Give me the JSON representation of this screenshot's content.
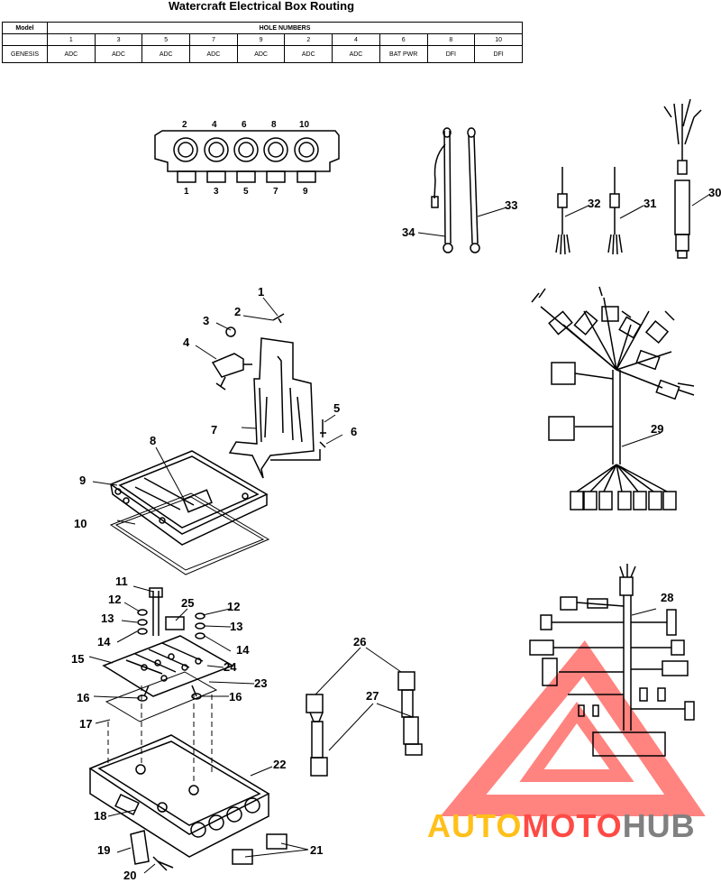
{
  "title": "Watercraft Electrical Box Routing",
  "table": {
    "model_header": "Model",
    "hole_header": "HOLE NUMBERS",
    "holes": [
      "1",
      "3",
      "5",
      "7",
      "9",
      "2",
      "4",
      "6",
      "8",
      "10"
    ],
    "row_model": "GENESIS",
    "row_values": [
      "ADC",
      "ADC",
      "ADC",
      "ADC",
      "ADC",
      "ADC",
      "ADC",
      "BAT PWR",
      "DFI",
      "DFI"
    ]
  },
  "hole_labels_top": [
    "2",
    "4",
    "6",
    "8",
    "10"
  ],
  "hole_labels_bottom": [
    "1",
    "3",
    "5",
    "7",
    "9"
  ],
  "callouts": [
    "1",
    "2",
    "3",
    "4",
    "5",
    "6",
    "7",
    "8",
    "9",
    "10",
    "11",
    "12",
    "12",
    "13",
    "13",
    "14",
    "14",
    "15",
    "16",
    "16",
    "17",
    "18",
    "19",
    "20",
    "21",
    "22",
    "23",
    "24",
    "25",
    "26",
    "27",
    "28",
    "29",
    "30",
    "31",
    "32",
    "33",
    "34"
  ],
  "watermark": {
    "part1": "AUTO",
    "part2": "MOTO",
    "part3": "HUB"
  }
}
